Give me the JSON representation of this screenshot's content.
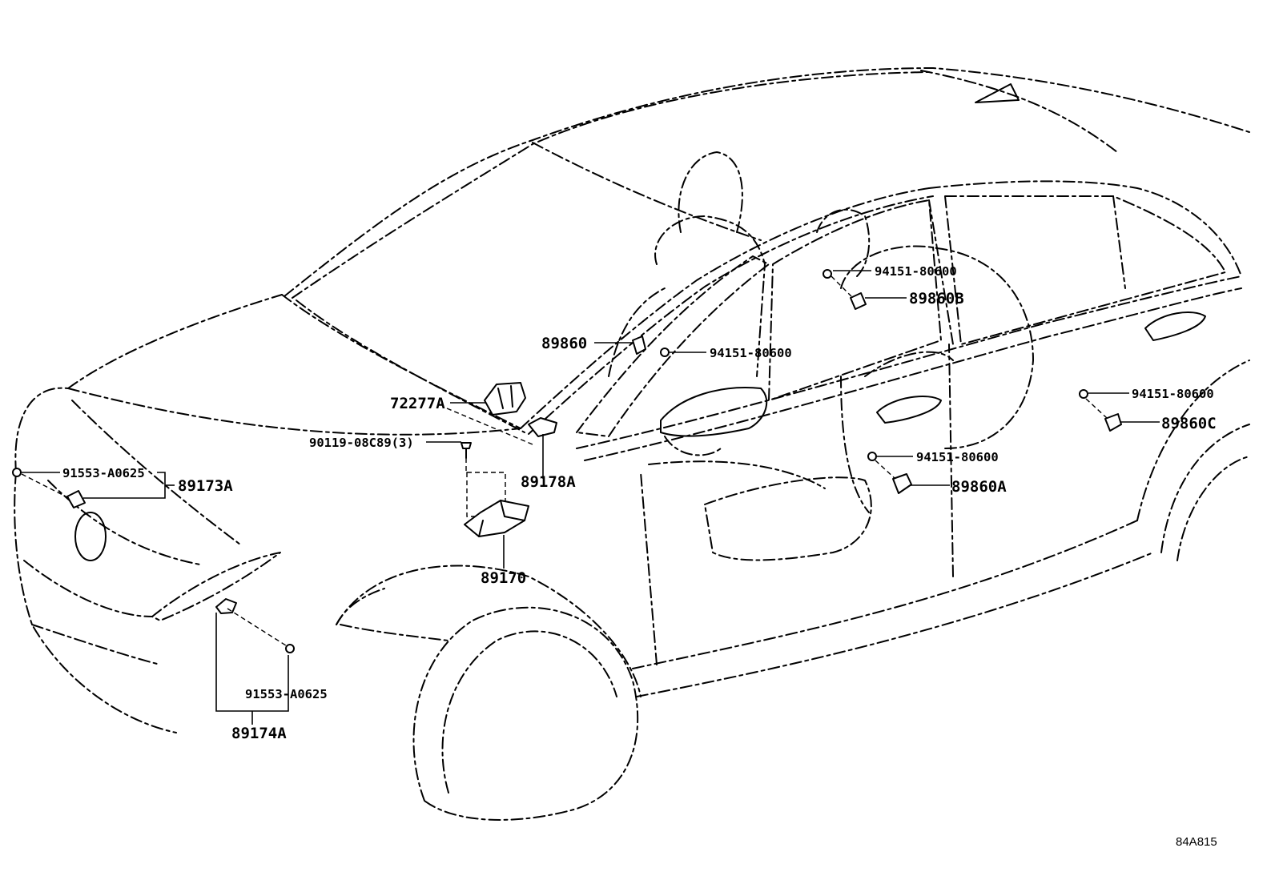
{
  "diagram": {
    "figure_code": "84A815",
    "parts": {
      "p89860": "89860",
      "p94151_a": "94151-80600",
      "p94151_b": "94151-80600",
      "p94151_c": "94151-80600",
      "p94151_d": "94151-80600",
      "p89860B": "89860B",
      "p89860A": "89860A",
      "p89860C": "89860C",
      "p72277A": "72277A",
      "p90119": "90119-08C89(3)",
      "p89178A": "89178A",
      "p89170": "89170",
      "p91553_a": "91553-A0625",
      "p91553_b": "91553-A0625",
      "p89173A": "89173A",
      "p89174A": "89174A"
    }
  }
}
